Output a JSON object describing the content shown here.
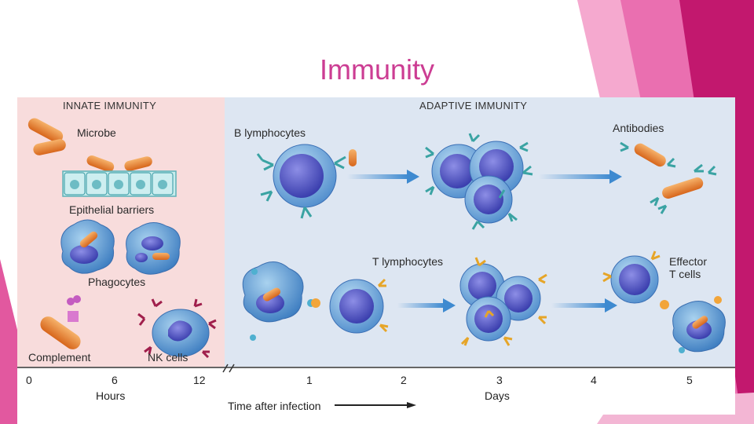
{
  "slide": {
    "title": "Immunity"
  },
  "figure": {
    "innate_header": "INNATE IMMUNITY",
    "adaptive_header": "ADAPTIVE IMMUNITY",
    "labels": {
      "microbe": "Microbe",
      "epithelial": "Epithelial barriers",
      "phagocytes": "Phagocytes",
      "complement": "Complement",
      "nk_cells": "NK cells",
      "b_lymphocytes": "B lymphocytes",
      "antibodies": "Antibodies",
      "t_lymphocytes": "T lymphocytes",
      "effector_t_cells": [
        "Effector",
        "T cells"
      ]
    },
    "axis": {
      "hours_ticks": [
        "0",
        "6",
        "12"
      ],
      "hours_label": "Hours",
      "days_ticks": [
        "1",
        "2",
        "3",
        "4",
        "5"
      ],
      "days_label": "Days",
      "time_label": "Time after infection"
    }
  },
  "colors": {
    "title": "#cc3d93",
    "innate_bg": "#f8dcdc",
    "adaptive_bg": "#dde6f2",
    "accent_pink": "#d81b74"
  }
}
